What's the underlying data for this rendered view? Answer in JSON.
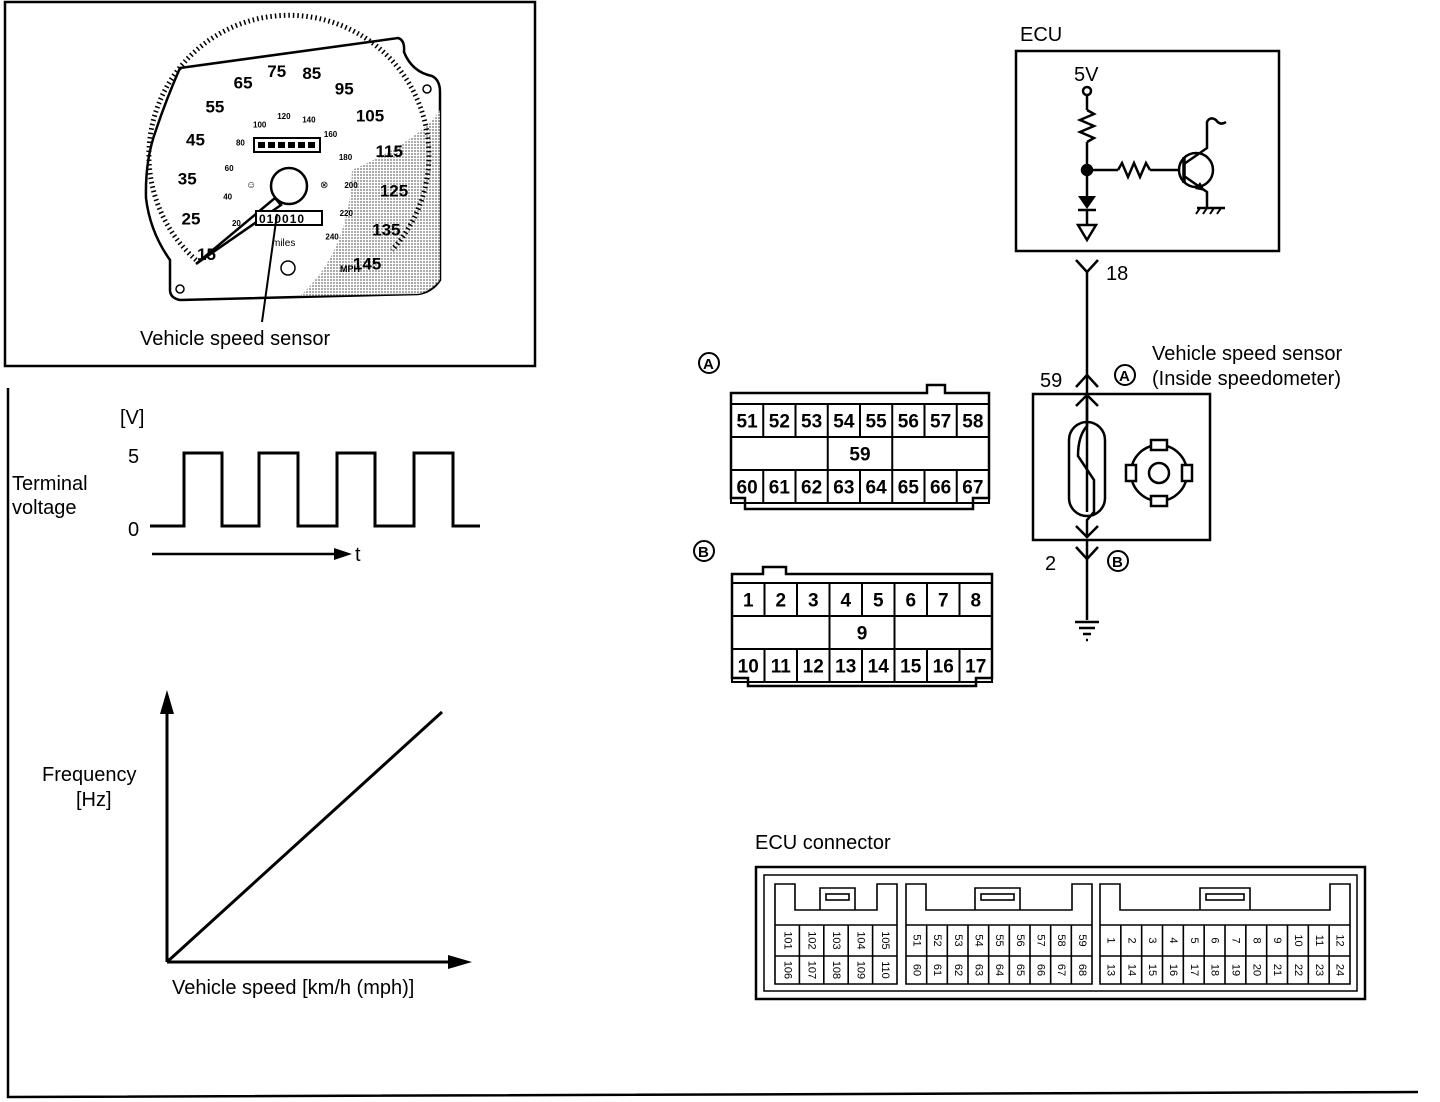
{
  "speedometer": {
    "caption": "Vehicle speed sensor",
    "mph_marks": [
      "15",
      "25",
      "35",
      "45",
      "55",
      "65",
      "75",
      "85",
      "95",
      "105",
      "115",
      "125",
      "135",
      "145"
    ],
    "kmh_marks": [
      "20",
      "40",
      "60",
      "80",
      "100",
      "120",
      "140",
      "160",
      "180",
      "200",
      "220",
      "240"
    ],
    "units_miles": "miles",
    "units_mph": "MPH",
    "odometer": "010010"
  },
  "waveform": {
    "unit": "[V]",
    "high": "5",
    "low": "0",
    "ylabel_line1": "Terminal",
    "ylabel_line2": "voltage",
    "xlabel": "t"
  },
  "freq_chart": {
    "ylabel_line1": "Frequency",
    "ylabel_line2": "[Hz]",
    "xlabel": "Vehicle speed [km/h (mph)]"
  },
  "connector_a": {
    "badge": "A",
    "row1": [
      "51",
      "52",
      "53",
      "54",
      "55",
      "56",
      "57",
      "58"
    ],
    "row2": [
      "59"
    ],
    "row3": [
      "60",
      "61",
      "62",
      "63",
      "64",
      "65",
      "66",
      "67"
    ]
  },
  "connector_b": {
    "badge": "B",
    "row1": [
      "1",
      "2",
      "3",
      "4",
      "5",
      "6",
      "7",
      "8"
    ],
    "row2": [
      "9"
    ],
    "row3": [
      "10",
      "11",
      "12",
      "13",
      "14",
      "15",
      "16",
      "17"
    ]
  },
  "circuit": {
    "ecu_label": "ECU",
    "supply": "5V",
    "ecu_terminal": "18",
    "sensor_terminal_a": "59",
    "sensor_terminal_b": "2",
    "badge_a": "A",
    "badge_b": "B",
    "sensor_line1": "Vehicle speed sensor",
    "sensor_line2": "(Inside speedometer)"
  },
  "ecu_connector": {
    "title": "ECU connector",
    "block1_top": [
      "101",
      "102",
      "103",
      "104",
      "105"
    ],
    "block1_bottom": [
      "106",
      "107",
      "108",
      "109",
      "110"
    ],
    "block2_top": [
      "51",
      "52",
      "53",
      "54",
      "55",
      "56",
      "57",
      "58",
      "59"
    ],
    "block2_bottom": [
      "60",
      "61",
      "62",
      "63",
      "64",
      "65",
      "66",
      "67",
      "68"
    ],
    "block3_top": [
      "1",
      "2",
      "3",
      "4",
      "5",
      "6",
      "7",
      "8",
      "9",
      "10",
      "11",
      "12"
    ],
    "block3_bottom": [
      "13",
      "14",
      "15",
      "16",
      "17",
      "18",
      "19",
      "20",
      "21",
      "22",
      "23",
      "24"
    ]
  }
}
